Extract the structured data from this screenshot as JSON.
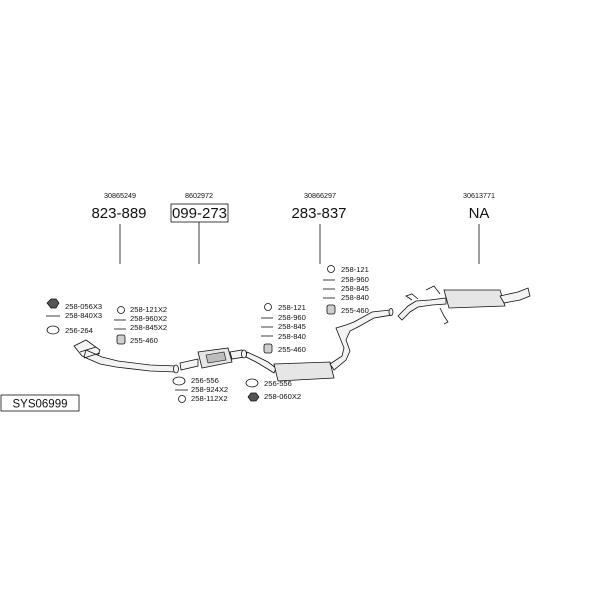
{
  "system_code": "SYS06999",
  "sections": [
    {
      "id": "front-pipe",
      "part_number": "30865249",
      "reference": "823-889",
      "boxed": false
    },
    {
      "id": "catalyst",
      "part_number": "8602972",
      "reference": "099-273",
      "boxed": true
    },
    {
      "id": "middle-silencer",
      "part_number": "30866297",
      "reference": "283-837",
      "boxed": false
    },
    {
      "id": "rear-silencer",
      "part_number": "30613771",
      "reference": "NA",
      "boxed": false
    }
  ],
  "fittings": {
    "group1": [
      "258-056X3",
      "258-840X3",
      "256-264"
    ],
    "group2": [
      "258-121X2",
      "258-960X2",
      "258-845X2",
      "255-460"
    ],
    "group3": [
      "256-556",
      "258-924X2",
      "258-112X2"
    ],
    "group4": [
      "258-121",
      "258-960",
      "258-845",
      "258-840",
      "255-460"
    ],
    "group5": [
      "256-556",
      "258-060X2"
    ],
    "group6": [
      "258-121",
      "258-960",
      "258-845",
      "258-840",
      "255-460"
    ]
  }
}
